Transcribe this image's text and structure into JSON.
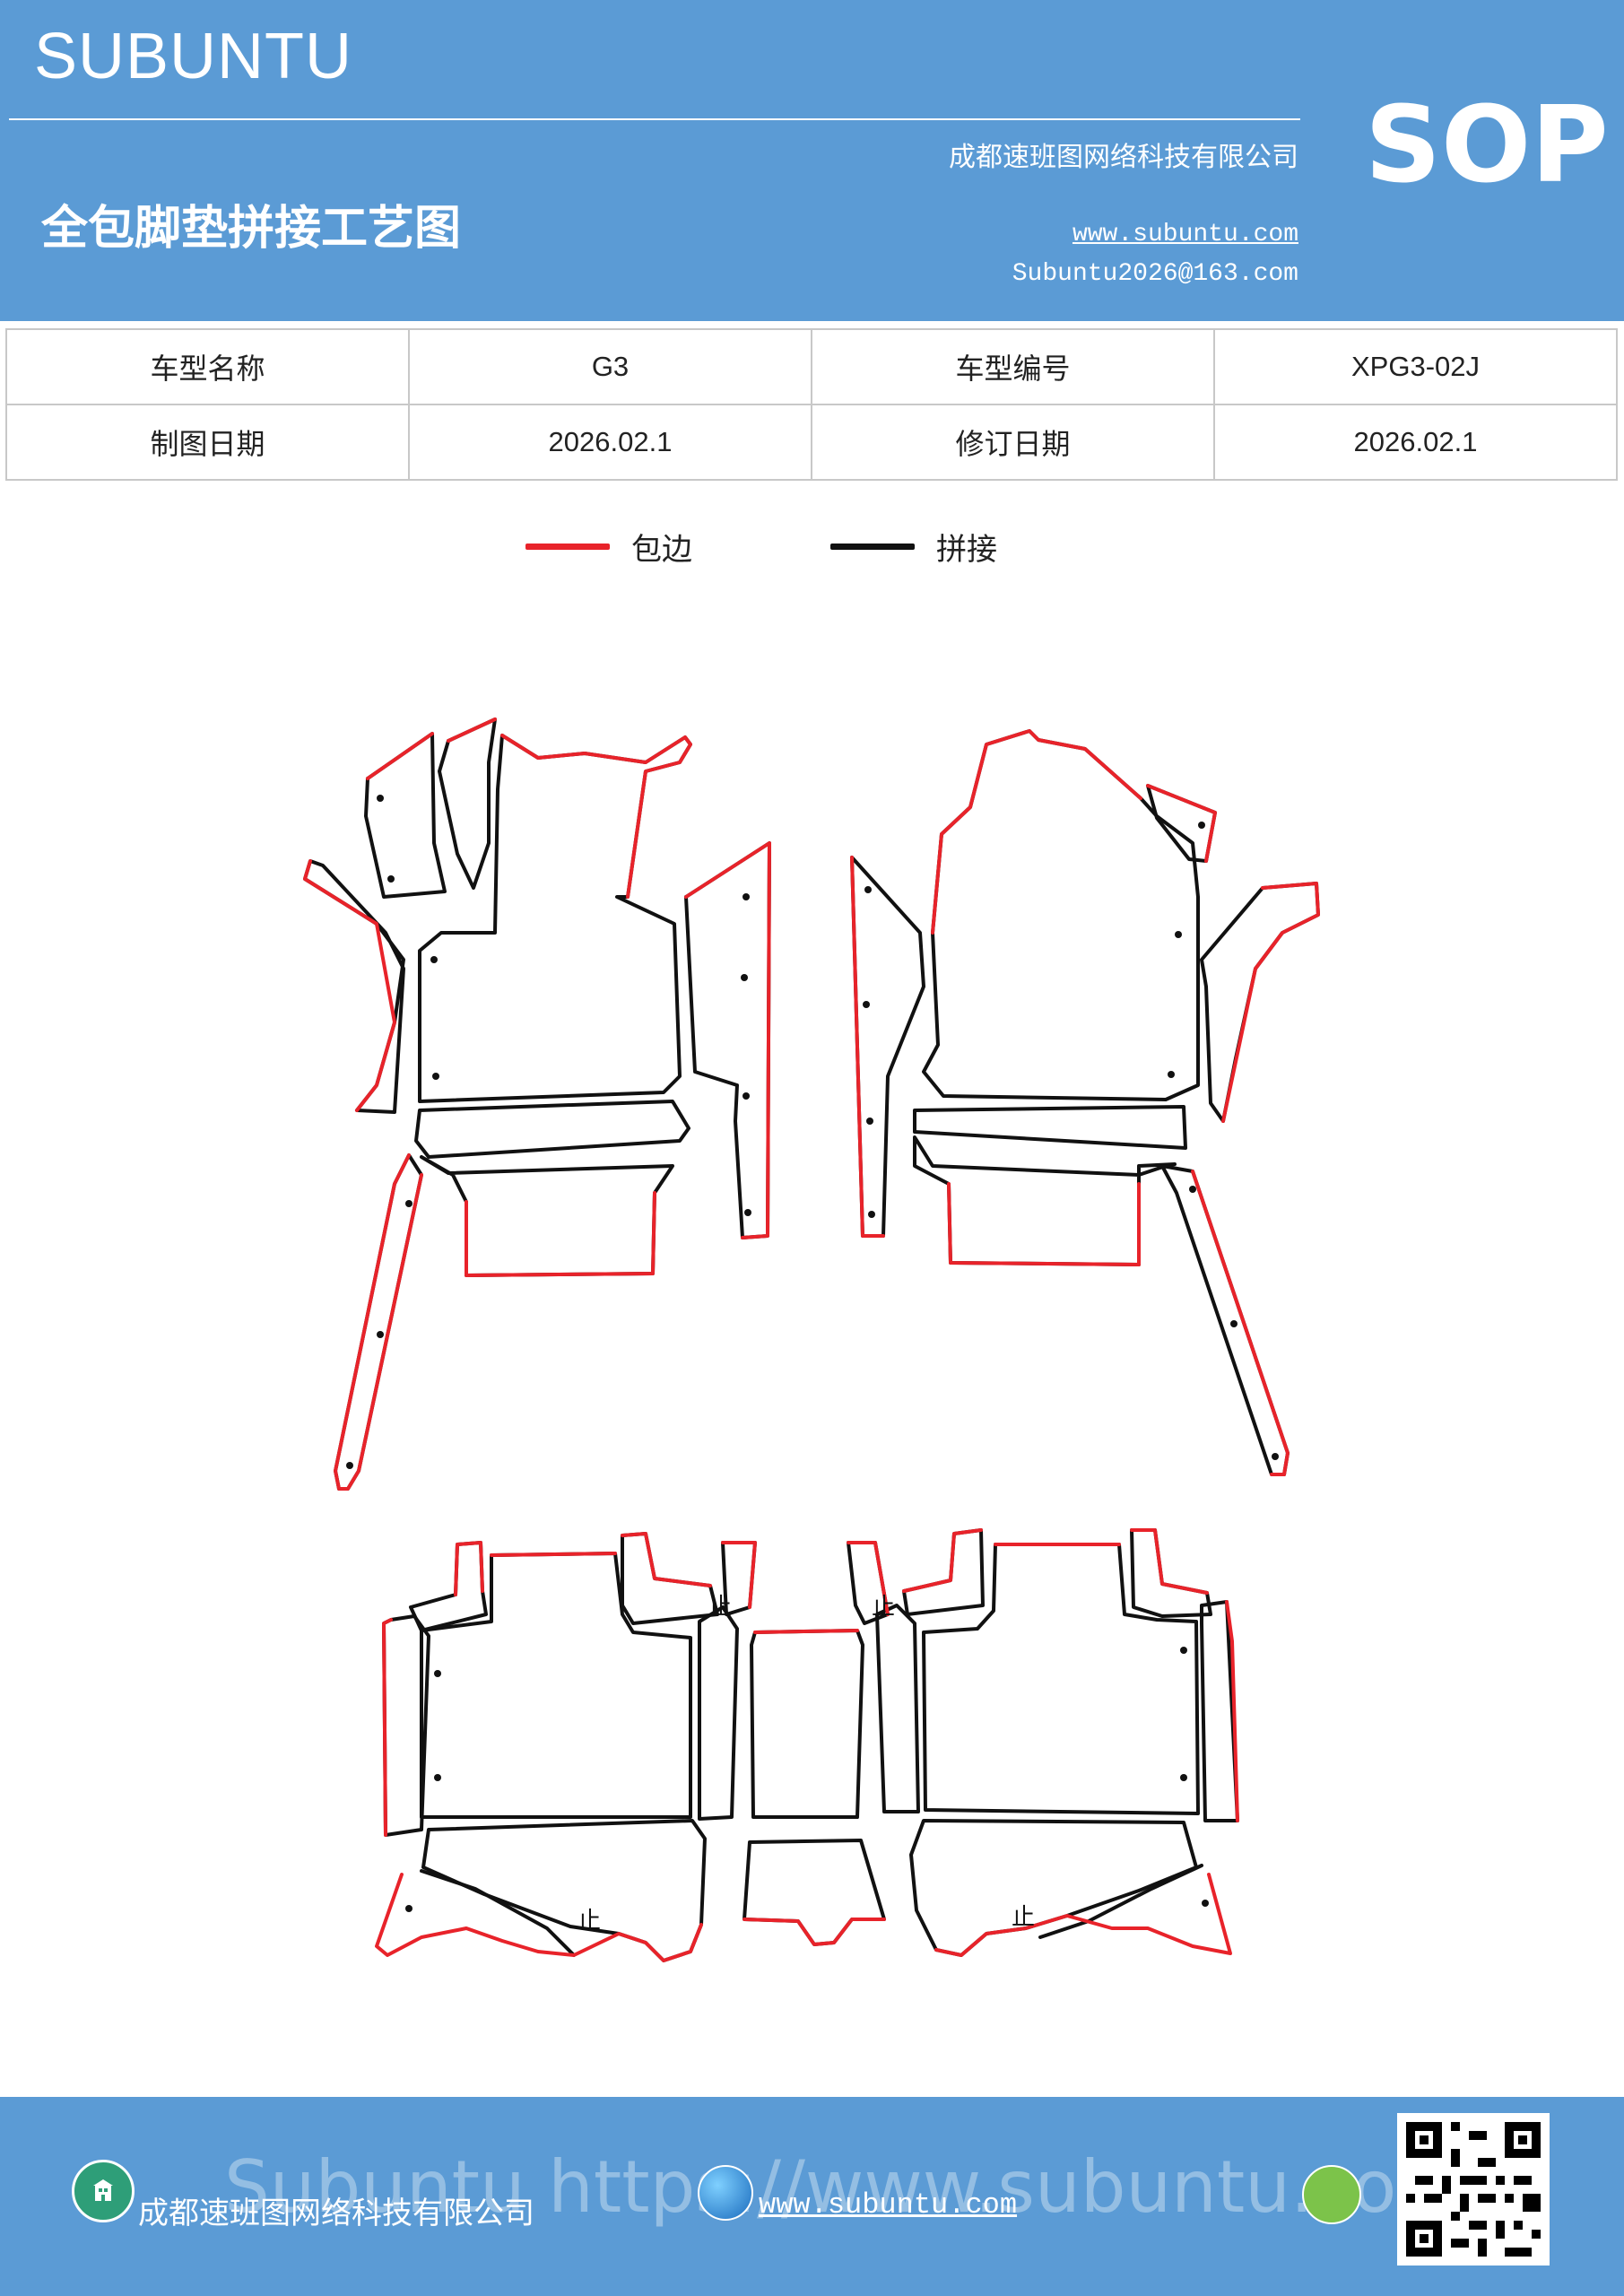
{
  "header": {
    "brand": "SUBUNTU",
    "title": "全包脚垫拼接工艺图",
    "company": "成都速班图网络科技有限公司",
    "website": "www.subuntu.com",
    "email": "Subuntu2026@163.com",
    "badge": "SOP"
  },
  "info": {
    "row1": {
      "label1": "车型名称",
      "value1": "G3",
      "label2": "车型编号",
      "value2": "XPG3-02J"
    },
    "row2": {
      "label1": "制图日期",
      "value1": "2026.02.1",
      "label2": "修订日期",
      "value2": "2026.02.1"
    }
  },
  "legend": {
    "edge": {
      "label": "包边",
      "color": "#e8232a"
    },
    "seam": {
      "label": "拼接",
      "color": "#111111"
    }
  },
  "diagram": {
    "stop_mark": "止"
  },
  "footer": {
    "company": "成都速班图网络科技有限公司",
    "website": "www.subuntu.com",
    "watermark": "Subuntu https://www.subuntu.com"
  },
  "colors": {
    "brand_blue": "#5b9bd5",
    "edge_red": "#e8232a",
    "seam_black": "#111111"
  }
}
